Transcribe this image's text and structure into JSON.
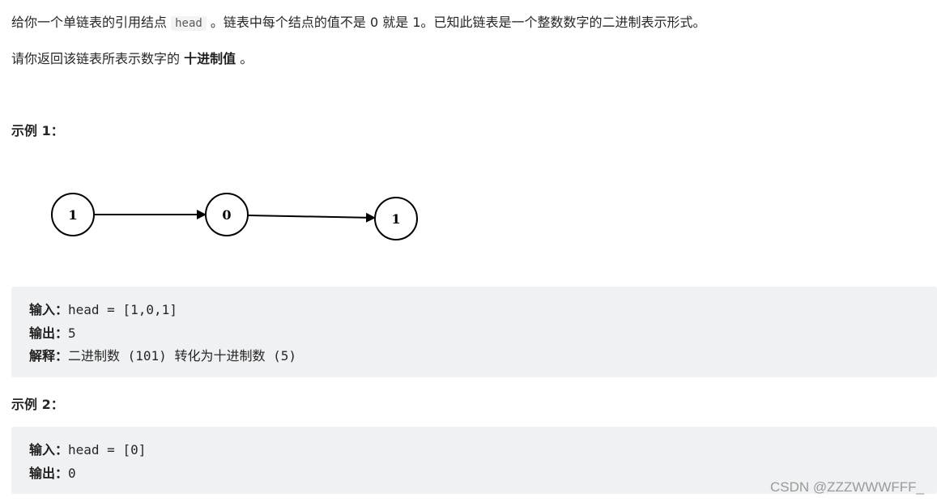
{
  "description": {
    "p1_pre": "给你一个单链表的引用结点 ",
    "p1_code": "head",
    "p1_post": " 。链表中每个结点的值不是 0 就是 1。已知此链表是一个整数数字的二进制表示形式。",
    "p2_pre": "请你返回该链表所表示数字的 ",
    "p2_strong": "十进制值",
    "p2_post": " 。"
  },
  "examples": [
    {
      "title": "示例 1：",
      "diagram_nodes": [
        "1",
        "0",
        "1"
      ],
      "lines": [
        {
          "label": "输入：",
          "value": "head = [1,0,1]"
        },
        {
          "label": "输出：",
          "value": "5"
        },
        {
          "label": "解释：",
          "value": "二进制数 (101) 转化为十进制数 (5)"
        }
      ]
    },
    {
      "title": "示例 2：",
      "lines": [
        {
          "label": "输入：",
          "value": "head = [0]"
        },
        {
          "label": "输出：",
          "value": "0"
        }
      ]
    }
  ],
  "watermark": "CSDN @ZZZWWWFFF_"
}
